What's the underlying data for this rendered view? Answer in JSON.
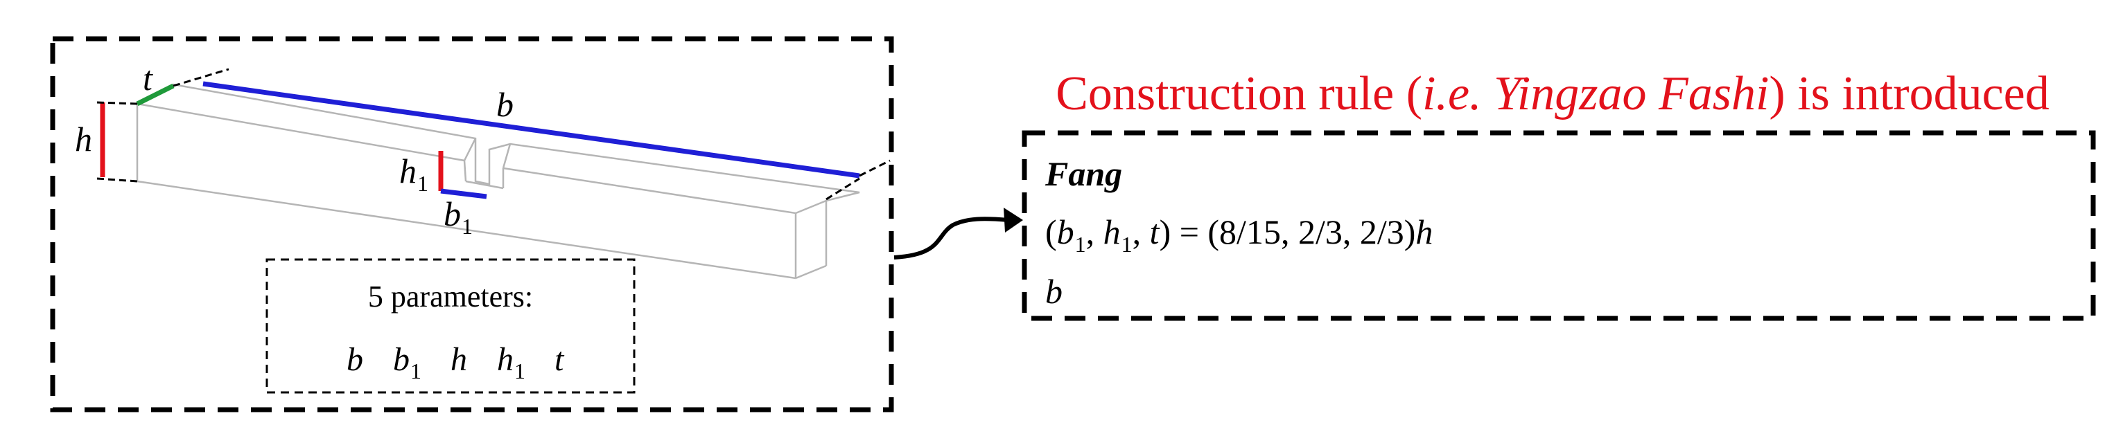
{
  "dimension_labels": {
    "t": "t",
    "b": "b",
    "h": "h",
    "h1_base": "h",
    "h1_sub": "1",
    "b1_base": "b",
    "b1_sub": "1"
  },
  "parameters_box": {
    "title": "5 parameters:",
    "items": [
      {
        "base": "b",
        "sub": ""
      },
      {
        "base": "b",
        "sub": "1"
      },
      {
        "base": "h",
        "sub": ""
      },
      {
        "base": "h",
        "sub": "1"
      },
      {
        "base": "t",
        "sub": ""
      }
    ]
  },
  "rule_title": {
    "before": "Construction rule (",
    "italic": "i.e. Yingzao Fashi",
    "after": ") is introduced"
  },
  "rule_box": {
    "heading": "Fang",
    "formula_open": "(",
    "b_sym": "b",
    "b_sub": "1",
    "sep1": ", ",
    "h_sym": "h",
    "h_sub": "1",
    "sep2": ", ",
    "t_sym": "t",
    "formula_rhs": ") = (8/15, 2/3, 2/3)",
    "formula_tail": "h",
    "last_line": "b"
  },
  "colors": {
    "title_red": "#e3111b",
    "dim_red": "#e3111b",
    "dim_blue": "#1f1fd6",
    "dim_green": "#1f9a3a",
    "beam_edge": "#b5b5b5"
  }
}
